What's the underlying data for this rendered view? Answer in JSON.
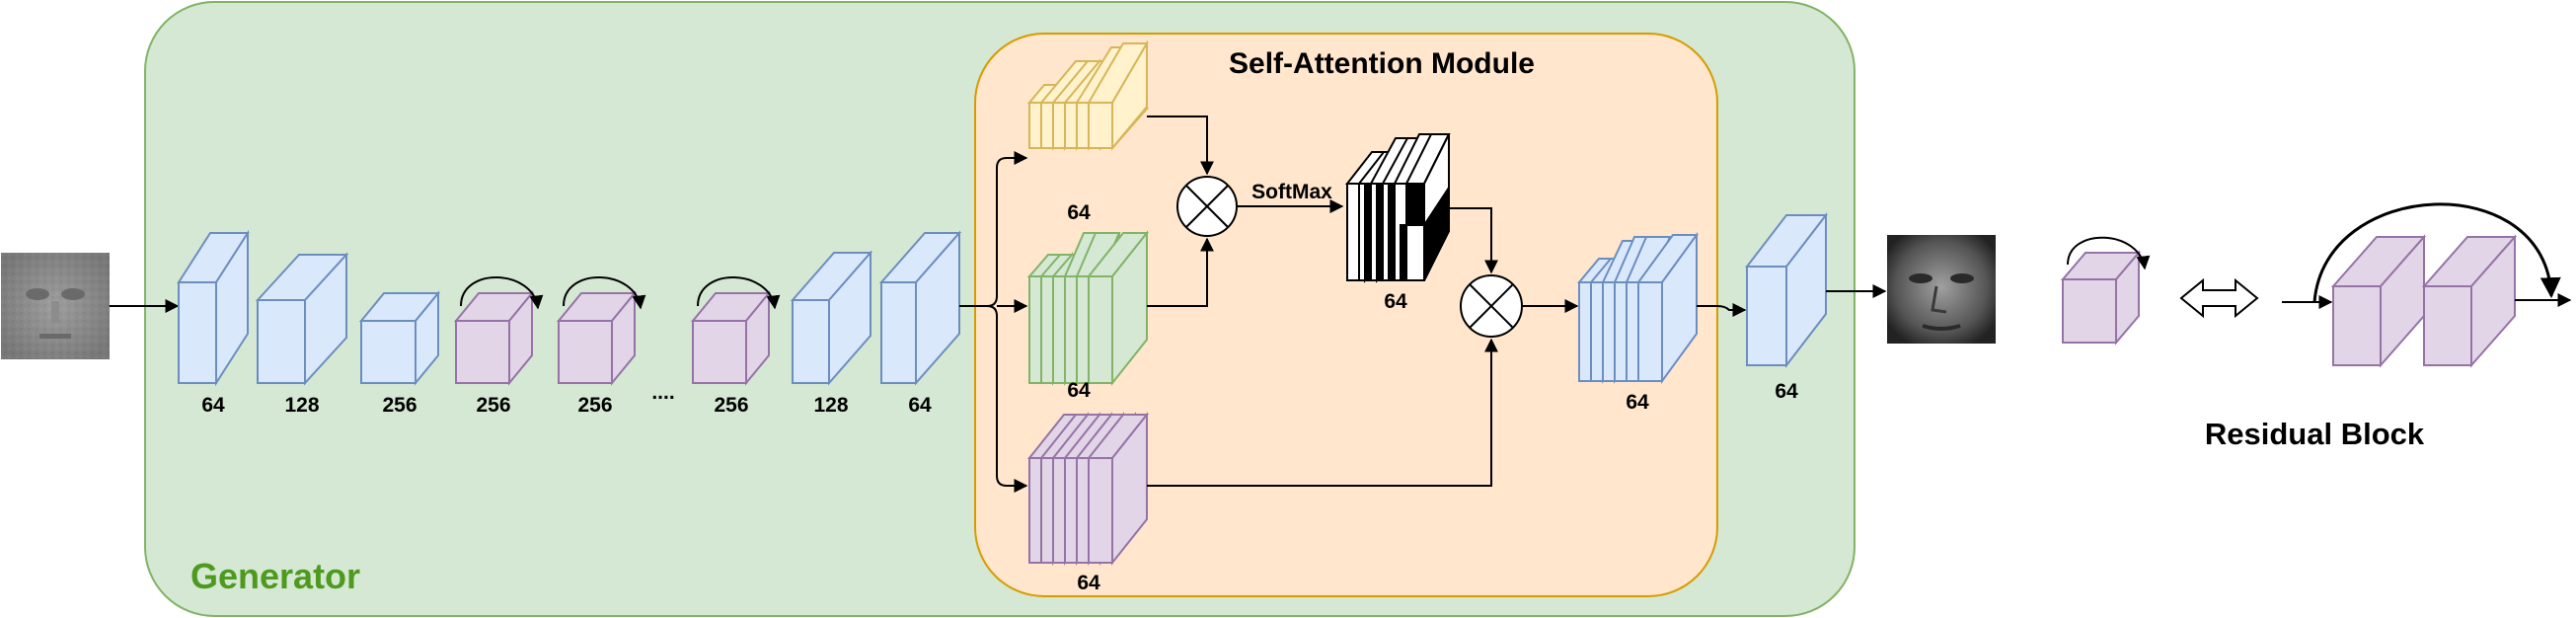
{
  "generator": {
    "label": "Generator"
  },
  "attention": {
    "title": "Self-Attention Module",
    "softmax": "SoftMax"
  },
  "encoder": {
    "labels": [
      "64",
      "128",
      "256",
      "256",
      "256",
      "256",
      "128",
      "64"
    ],
    "ellipsis": "....",
    "after_label": "64",
    "concat_label": "64"
  },
  "attention_stacks": {
    "yellow": "64",
    "green": "64",
    "purple": "64",
    "matrix": "64"
  },
  "residual": {
    "label": "Residual Block"
  },
  "colors": {
    "generator_bg": "#d5e8d4",
    "generator_border": "#82b366",
    "attention_bg": "#ffe6cc",
    "attention_border": "#d79b00",
    "blue": "#dae8fc",
    "blue_border": "#6c8ebf",
    "purple": "#e1d5e7",
    "purple_border": "#9673a6",
    "yellow": "#fff2cc",
    "yellow_border": "#d6b656",
    "green_face": "#d5e8d4",
    "green_border": "#82b366"
  },
  "icons": [
    "face-input-image",
    "face-output-image",
    "multiply-icon",
    "double-arrow-icon",
    "skip-connection-arrow"
  ]
}
